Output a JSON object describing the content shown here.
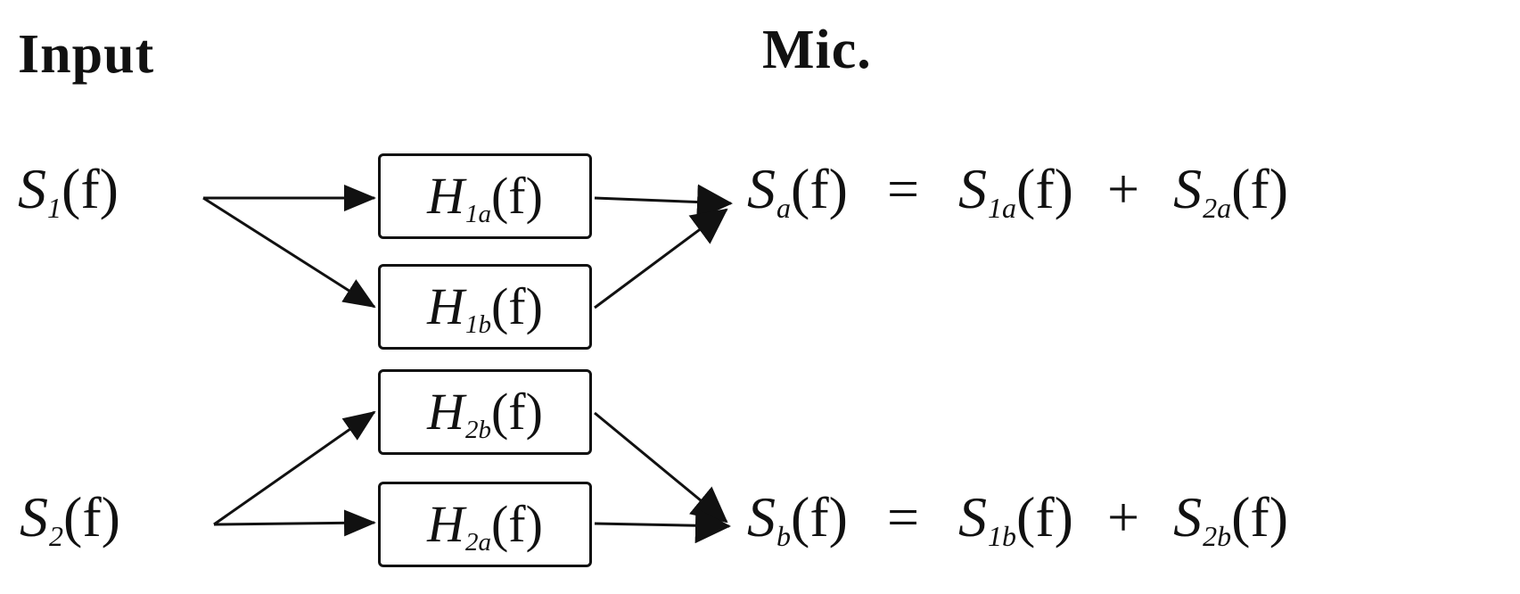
{
  "headings": {
    "input": "Input",
    "mic": "Mic."
  },
  "inputs": {
    "s1": {
      "base": "S",
      "sub": "1",
      "arg": "(f)"
    },
    "s2": {
      "base": "S",
      "sub": "2",
      "arg": "(f)"
    }
  },
  "filters": {
    "h1a": {
      "base": "H",
      "sub": "1a",
      "arg": "(f)"
    },
    "h1b": {
      "base": "H",
      "sub": "1b",
      "arg": "(f)"
    },
    "h2b": {
      "base": "H",
      "sub": "2b",
      "arg": "(f)"
    },
    "h2a": {
      "base": "H",
      "sub": "2a",
      "arg": "(f)"
    }
  },
  "outputs": {
    "sa": {
      "lhs": {
        "base": "S",
        "sub": "a",
        "arg": "(f)"
      },
      "equals": "=",
      "term1": {
        "base": "S",
        "sub": "1a",
        "arg": "(f)"
      },
      "plus": "+",
      "term2": {
        "base": "S",
        "sub": "2a",
        "arg": "(f)"
      }
    },
    "sb": {
      "lhs": {
        "base": "S",
        "sub": "b",
        "arg": "(f)"
      },
      "equals": "=",
      "term1": {
        "base": "S",
        "sub": "1b",
        "arg": "(f)"
      },
      "plus": "+",
      "term2": {
        "base": "S",
        "sub": "2b",
        "arg": "(f)"
      }
    }
  }
}
